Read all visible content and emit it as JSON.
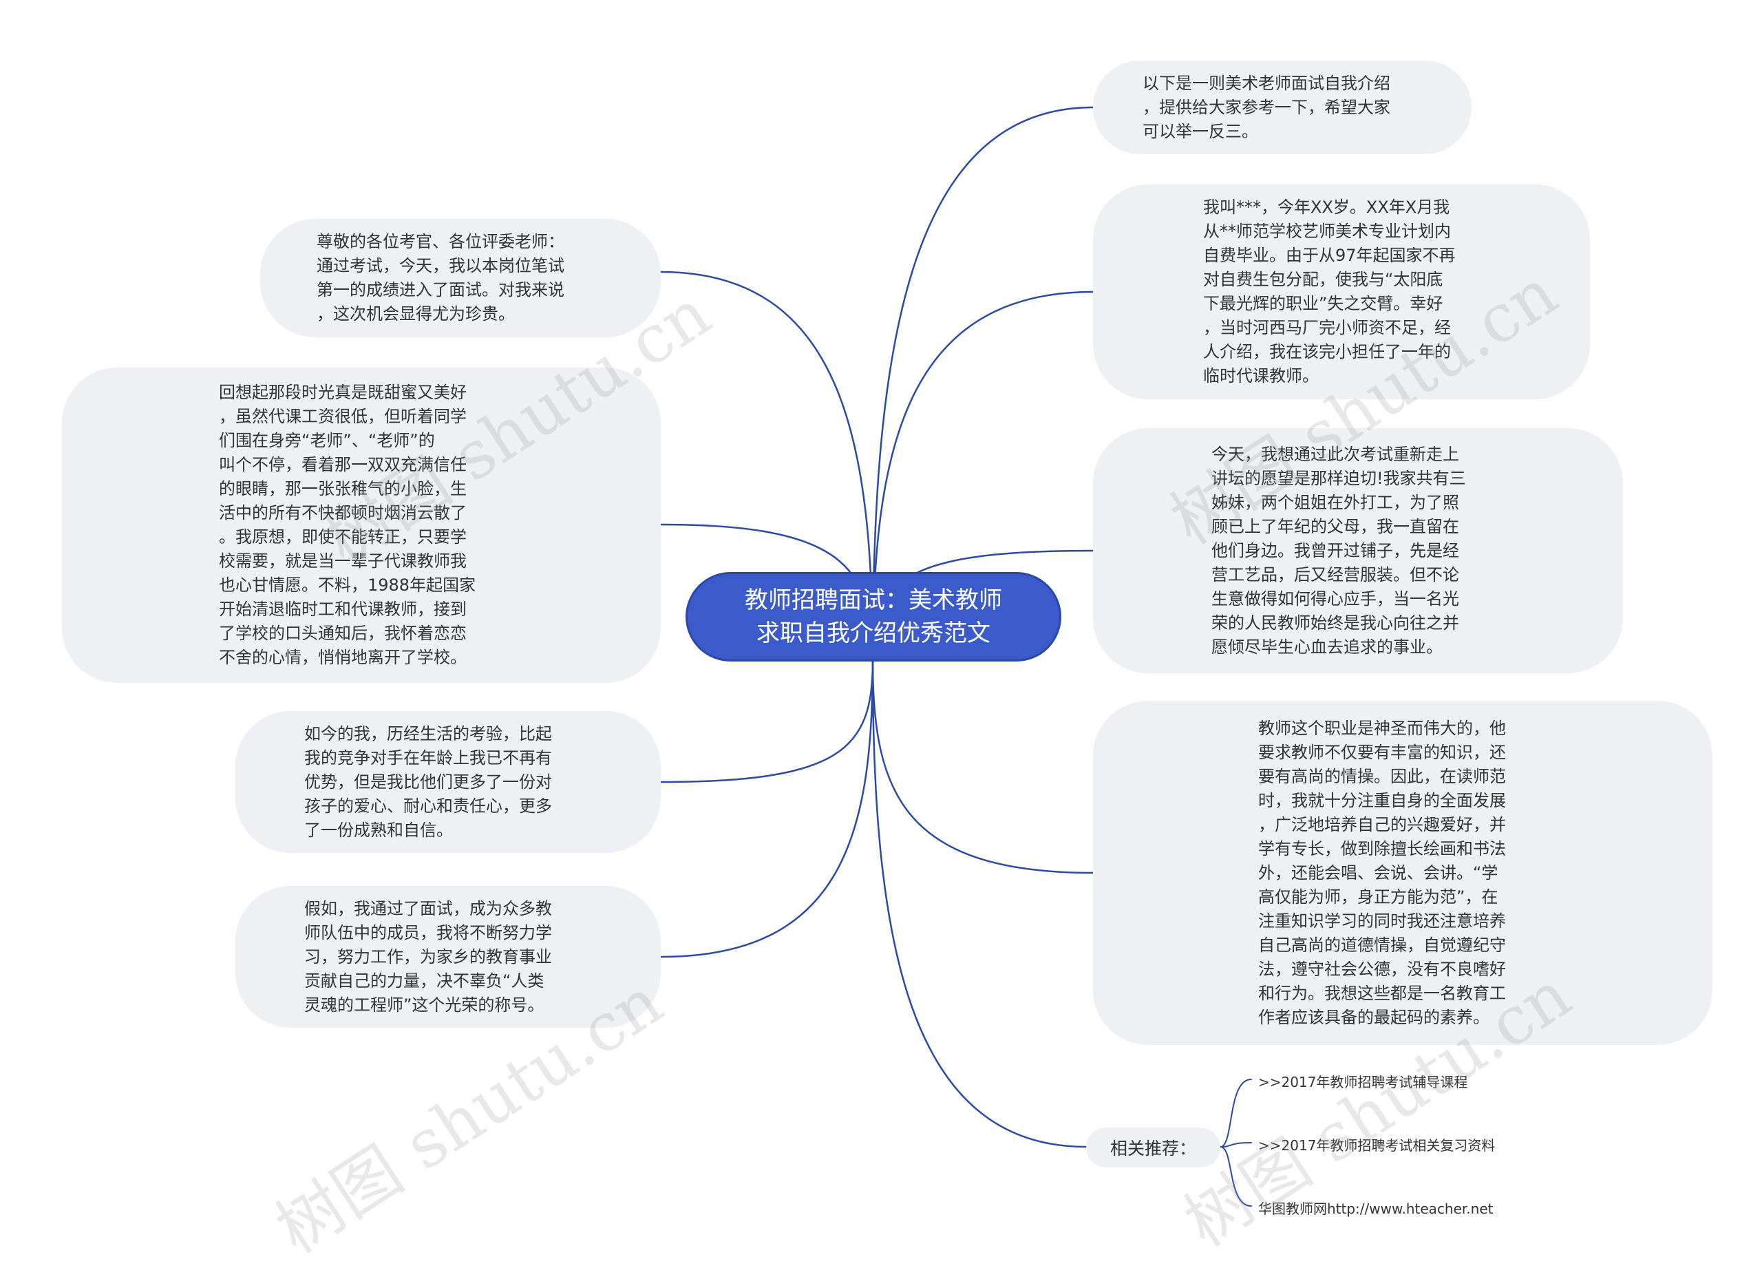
{
  "colors": {
    "edge": "#2d49a6",
    "center_fill": "#3b5bcb",
    "node_fill": "#eef0f3",
    "text": "#333333"
  },
  "central": {
    "label": "教师招聘面试：美术教师\n求职自我介绍优秀范文"
  },
  "left_nodes": [
    {
      "text": "尊敬的各位考官、各位评委老师：\n通过考试，今天，我以本岗位笔试\n第一的成绩进入了面试。对我来说\n，这次机会显得尤为珍贵。"
    },
    {
      "text": "回想起那段时光真是既甜蜜又美好\n，虽然代课工资很低，但听着同学\n们围在身旁“老师”、“老师”的\n叫个不停，看着那一双双充满信任\n的眼睛，那一张张稚气的小脸，生\n活中的所有不快都顿时烟消云散了\n。我原想，即使不能转正，只要学\n校需要，就是当一辈子代课教师我\n也心甘情愿。不料，1988年起国家\n开始清退临时工和代课教师，接到\n了学校的口头通知后，我怀着恋恋\n不舍的心情，悄悄地离开了学校。"
    },
    {
      "text": "如今的我，历经生活的考验，比起\n我的竞争对手在年龄上我已不再有\n优势，但是我比他们更多了一份对\n孩子的爱心、耐心和责任心，更多\n了一份成熟和自信。"
    },
    {
      "text": "假如，我通过了面试，成为众多教\n师队伍中的成员，我将不断努力学\n习，努力工作，为家乡的教育事业\n贡献自己的力量，决不辜负“人类\n灵魂的工程师”这个光荣的称号。"
    }
  ],
  "right_nodes": [
    {
      "text": "以下是一则美术老师面试自我介绍\n，提供给大家参考一下，希望大家\n可以举一反三。"
    },
    {
      "text": "我叫***，今年XX岁。XX年X月我\n从**师范学校艺师美术专业计划内\n自费毕业。由于从97年起国家不再\n对自费生包分配，使我与“太阳底\n下最光辉的职业”失之交臂。幸好\n，当时河西马厂完小师资不足，经\n人介绍，我在该完小担任了一年的\n临时代课教师。"
    },
    {
      "text": "今天，我想通过此次考试重新走上\n讲坛的愿望是那样迫切!我家共有三\n姊妹，两个姐姐在外打工，为了照\n顾已上了年纪的父母，我一直留在\n他们身边。我曾开过铺子，先是经\n营工艺品，后又经营服装。但不论\n生意做得如何得心应手，当一名光\n荣的人民教师始终是我心向往之并\n愿倾尽毕生心血去追求的事业。"
    },
    {
      "text": "教师这个职业是神圣而伟大的，他\n要求教师不仅要有丰富的知识，还\n要有高尚的情操。因此，在读师范\n时，我就十分注重自身的全面发展\n，广泛地培养自己的兴趣爱好，并\n学有专长，做到除擅长绘画和书法\n外，还能会唱、会说、会讲。“学\n高仅能为师，身正方能为范”，在\n注重知识学习的同时我还注意培养\n自己高尚的道德情操，自觉遵纪守\n法，遵守社会公德，没有不良嗜好\n和行为。我想这些都是一名教育工\n作者应该具备的最起码的素养。"
    }
  ],
  "related": {
    "label": "相关推荐：",
    "links": [
      {
        "text": ">>2017年教师招聘考试辅导课程"
      },
      {
        "text": ">>2017年教师招聘考试相关复习资料"
      },
      {
        "text": "华图教师网http://www.hteacher.net"
      }
    ]
  },
  "watermark": {
    "text": "树图 shutu.cn"
  }
}
